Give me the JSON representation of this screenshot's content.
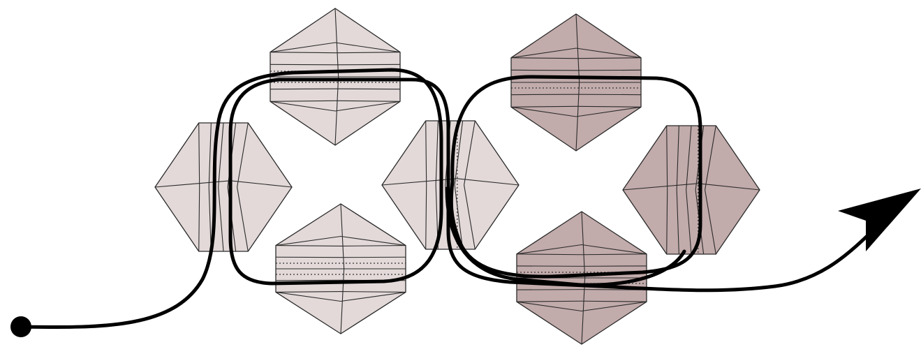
{
  "diagram": {
    "colors": {
      "light_bead": "#e3d9d9",
      "dark_bead": "#c2abab",
      "bead_outline": "#2a2a2a",
      "thread": "#000000",
      "background": "#ffffff"
    },
    "beads": [
      {
        "id": "light-top",
        "tone": "light",
        "orientation": "vertical-tip-up"
      },
      {
        "id": "light-left",
        "tone": "light",
        "orientation": "horizontal"
      },
      {
        "id": "light-right",
        "tone": "light",
        "orientation": "horizontal"
      },
      {
        "id": "light-bottom",
        "tone": "light",
        "orientation": "vertical-tip-up"
      },
      {
        "id": "dark-top",
        "tone": "dark",
        "orientation": "vertical-tip-up"
      },
      {
        "id": "dark-right",
        "tone": "dark",
        "orientation": "horizontal"
      },
      {
        "id": "dark-bottom",
        "tone": "dark",
        "orientation": "vertical-tip-up"
      }
    ],
    "thread": {
      "start_marker": "filled-dot",
      "end_marker": "arrowhead",
      "loops": 2
    }
  }
}
